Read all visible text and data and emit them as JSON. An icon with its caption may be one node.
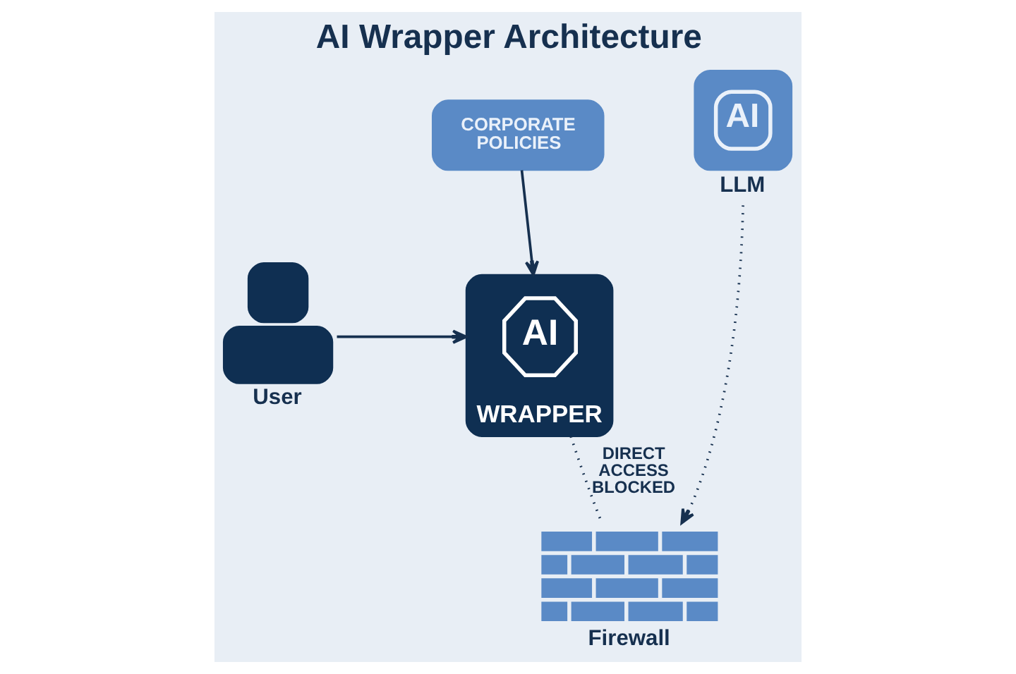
{
  "diagram": {
    "title": "AI Wrapper Architecture",
    "nodes": [
      {
        "text": [
          "CORPORATE POLICIES"
        ]
      },
      {
        "text": [
          "AI",
          "LLM"
        ]
      },
      {
        "text": [
          "User"
        ]
      },
      {
        "text": [
          "WRAPPER"
        ]
      },
      {
        "text": [
          "AI"
        ],
        "in": 3
      },
      {
        "text": [
          "Firewall"
        ]
      }
    ],
    "edges": [
      {
        "from": 0,
        "to": 3,
        "arrow": "to"
      },
      {
        "from": 2,
        "to": 3,
        "arrow": "to"
      },
      {
        "from": 3,
        "to": 5,
        "arrow": "none",
        "label": "DIRECT ACCESS BLOCKED",
        "style": "dashed"
      },
      {
        "from": 1,
        "to": 5,
        "arrow": "to",
        "style": "dashed"
      }
    ]
  }
}
